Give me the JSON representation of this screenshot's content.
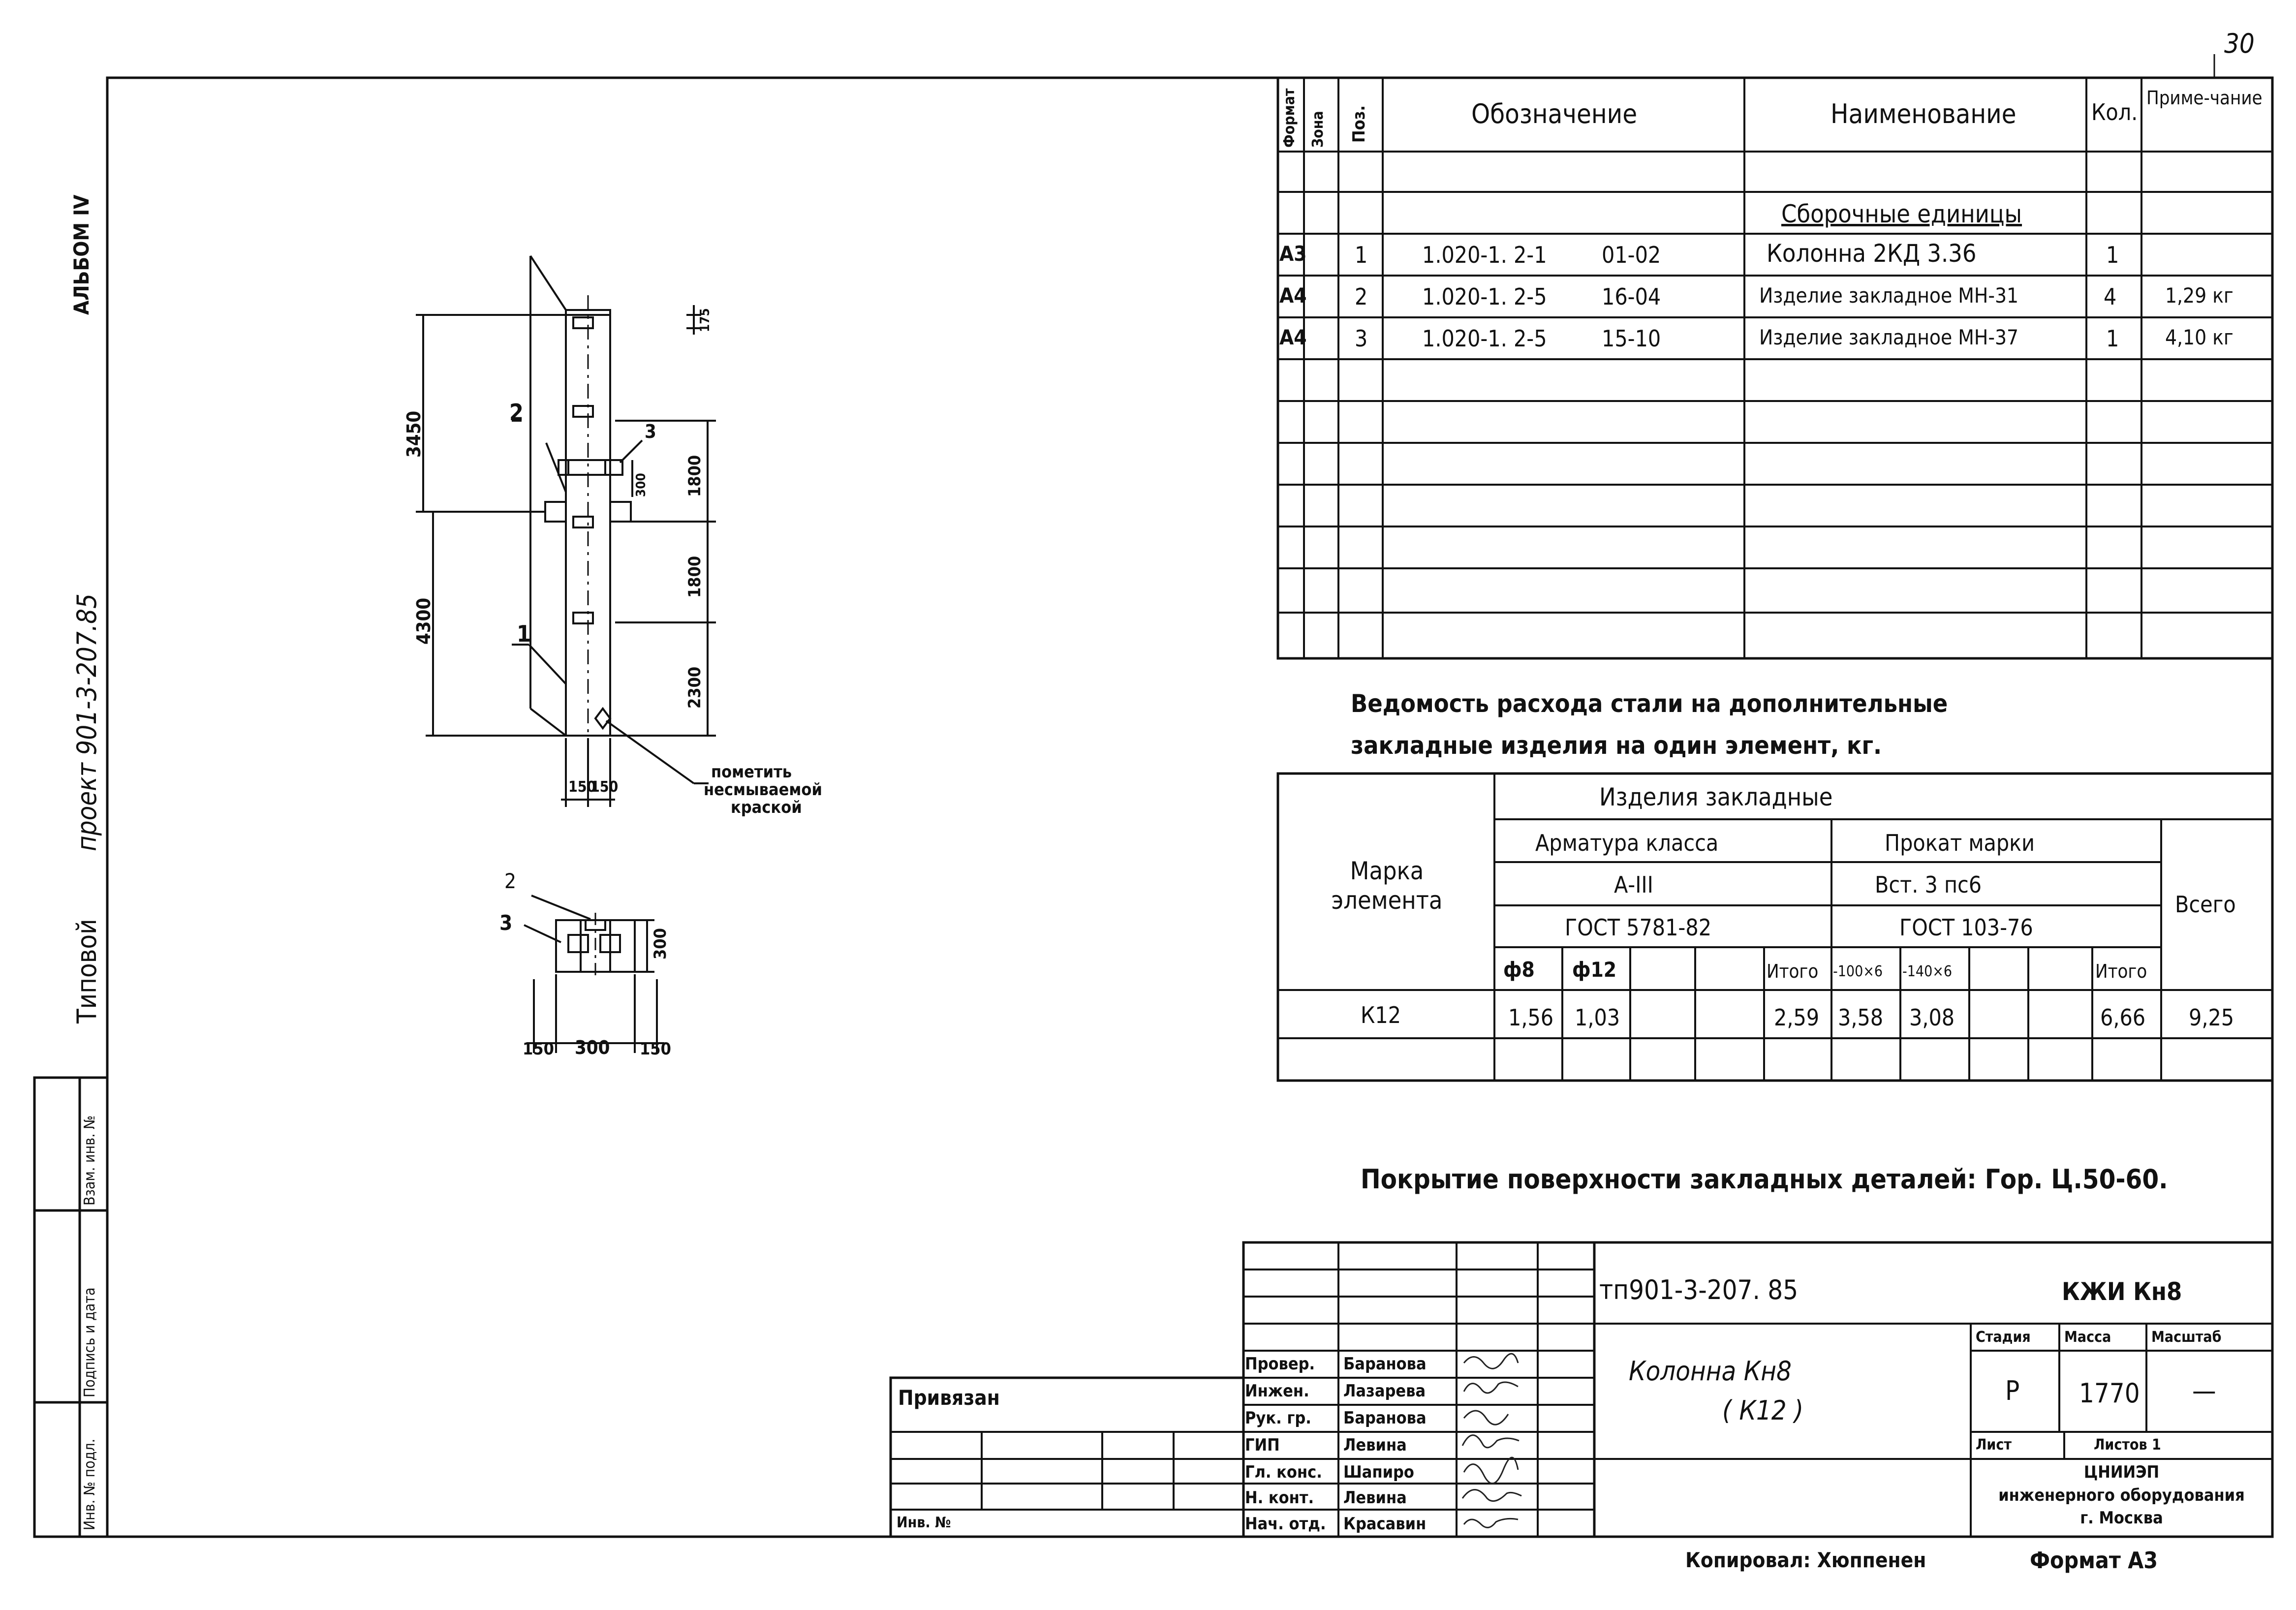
{
  "page_number": "30",
  "left_margin": {
    "album": "АЛЬБОМ IV",
    "project": "проект 901-3-207.85",
    "typical": "Типовой",
    "stamp_labels": [
      "Инв. № подл.",
      "Подпись и дата",
      "Взам. инв. №"
    ]
  },
  "spec_table": {
    "headers": {
      "format": "Формат",
      "zone": "Зона",
      "pos": "Поз.",
      "designation": "Обозначение",
      "name": "Наименование",
      "qty": "Кол.",
      "note": "Приме-чание"
    },
    "section_title": "Сборочные единицы",
    "rows": [
      {
        "format": "А3",
        "pos": "1",
        "designation": "1.020-1. 2-1",
        "code": "01-02",
        "name": "Колонна 2КД 3.36",
        "qty": "1",
        "note": ""
      },
      {
        "format": "А4",
        "pos": "2",
        "designation": "1.020-1. 2-5",
        "code": "16-04",
        "name": "Изделие закладное МН-31",
        "qty": "4",
        "note": "1,29 кг"
      },
      {
        "format": "А4",
        "pos": "3",
        "designation": "1.020-1. 2-5",
        "code": "15-10",
        "name": "Изделие закладное МН-37",
        "qty": "1",
        "note": "4,10 кг"
      }
    ]
  },
  "steel_table": {
    "title_line1": "Ведомость расхода стали на дополнительные",
    "title_line2": "закладные изделия на один элемент, кг.",
    "col_mark_line1": "Марка",
    "col_mark_line2": "элемента",
    "group": "Изделия закладные",
    "armature": "Арматура класса",
    "armature_class": "А-III",
    "armature_gost": "ГОСТ 5781-82",
    "rolled": "Прокат марки",
    "rolled_grade": "Вст. 3 пс6",
    "rolled_gost": "ГОСТ 103-76",
    "total": "Всего",
    "subcols": [
      "ф8",
      "ф12",
      "",
      "",
      "Итого",
      "-100×6",
      "-140×6",
      "",
      "",
      "Итого"
    ],
    "rows": [
      {
        "mark": "К12",
        "values": [
          "1,56",
          "1,03",
          "",
          "",
          "2,59",
          "3,58",
          "3,08",
          "",
          "",
          "6,66"
        ],
        "total": "9,25"
      }
    ]
  },
  "coating_note": "Покрытие поверхности закладных деталей: Гор. Ц.50-60.",
  "drawing": {
    "dims": {
      "d3450": "3450",
      "d4300": "4300",
      "d175": "175",
      "d1800a": "1800",
      "d1800b": "1800",
      "d2300": "2300",
      "d300v": "300",
      "d150a": "150",
      "d150b": "150",
      "sec_300v": "300",
      "sec_150a": "150",
      "sec_300h": "300",
      "sec_150b": "150"
    },
    "callouts": {
      "p1": "1",
      "p2": "2",
      "p3": "3",
      "s2": "2",
      "s3": "3"
    },
    "mark_note_line1": "пометить",
    "mark_note_line2": "несмываемой",
    "mark_note_line3": "краской"
  },
  "title_block": {
    "code": "тп901-3-207. 85",
    "sheet_code": "КЖИ  Кн8",
    "title_line1": "Колонна    Кн8",
    "title_line2": "( К12 )",
    "stage_label": "Стадия",
    "mass_label": "Масса",
    "scale_label": "Масштаб",
    "stage": "Р",
    "mass": "1770",
    "scale": "—",
    "sheet_label": "Лист",
    "sheets_label": "Листов 1",
    "org_line1": "ЦНИИЭП",
    "org_line2": "инженерного оборудования",
    "org_line3": "г. Москва",
    "attached": "Привязан",
    "inv": "Инв. №",
    "signers": [
      {
        "role": "Провер.",
        "name": "Баранова"
      },
      {
        "role": "Инжен.",
        "name": "Лазарева"
      },
      {
        "role": "Рук. гр.",
        "name": "Баранова"
      },
      {
        "role": "ГИП",
        "name": "Левина"
      },
      {
        "role": "Гл. конс.",
        "name": "Шапиро"
      },
      {
        "role": "Н. конт.",
        "name": "Левина"
      },
      {
        "role": "Нач. отд.",
        "name": "Красавин"
      }
    ]
  },
  "footer": {
    "copied": "Копировал: Хюппенен",
    "format": "Формат А3"
  }
}
